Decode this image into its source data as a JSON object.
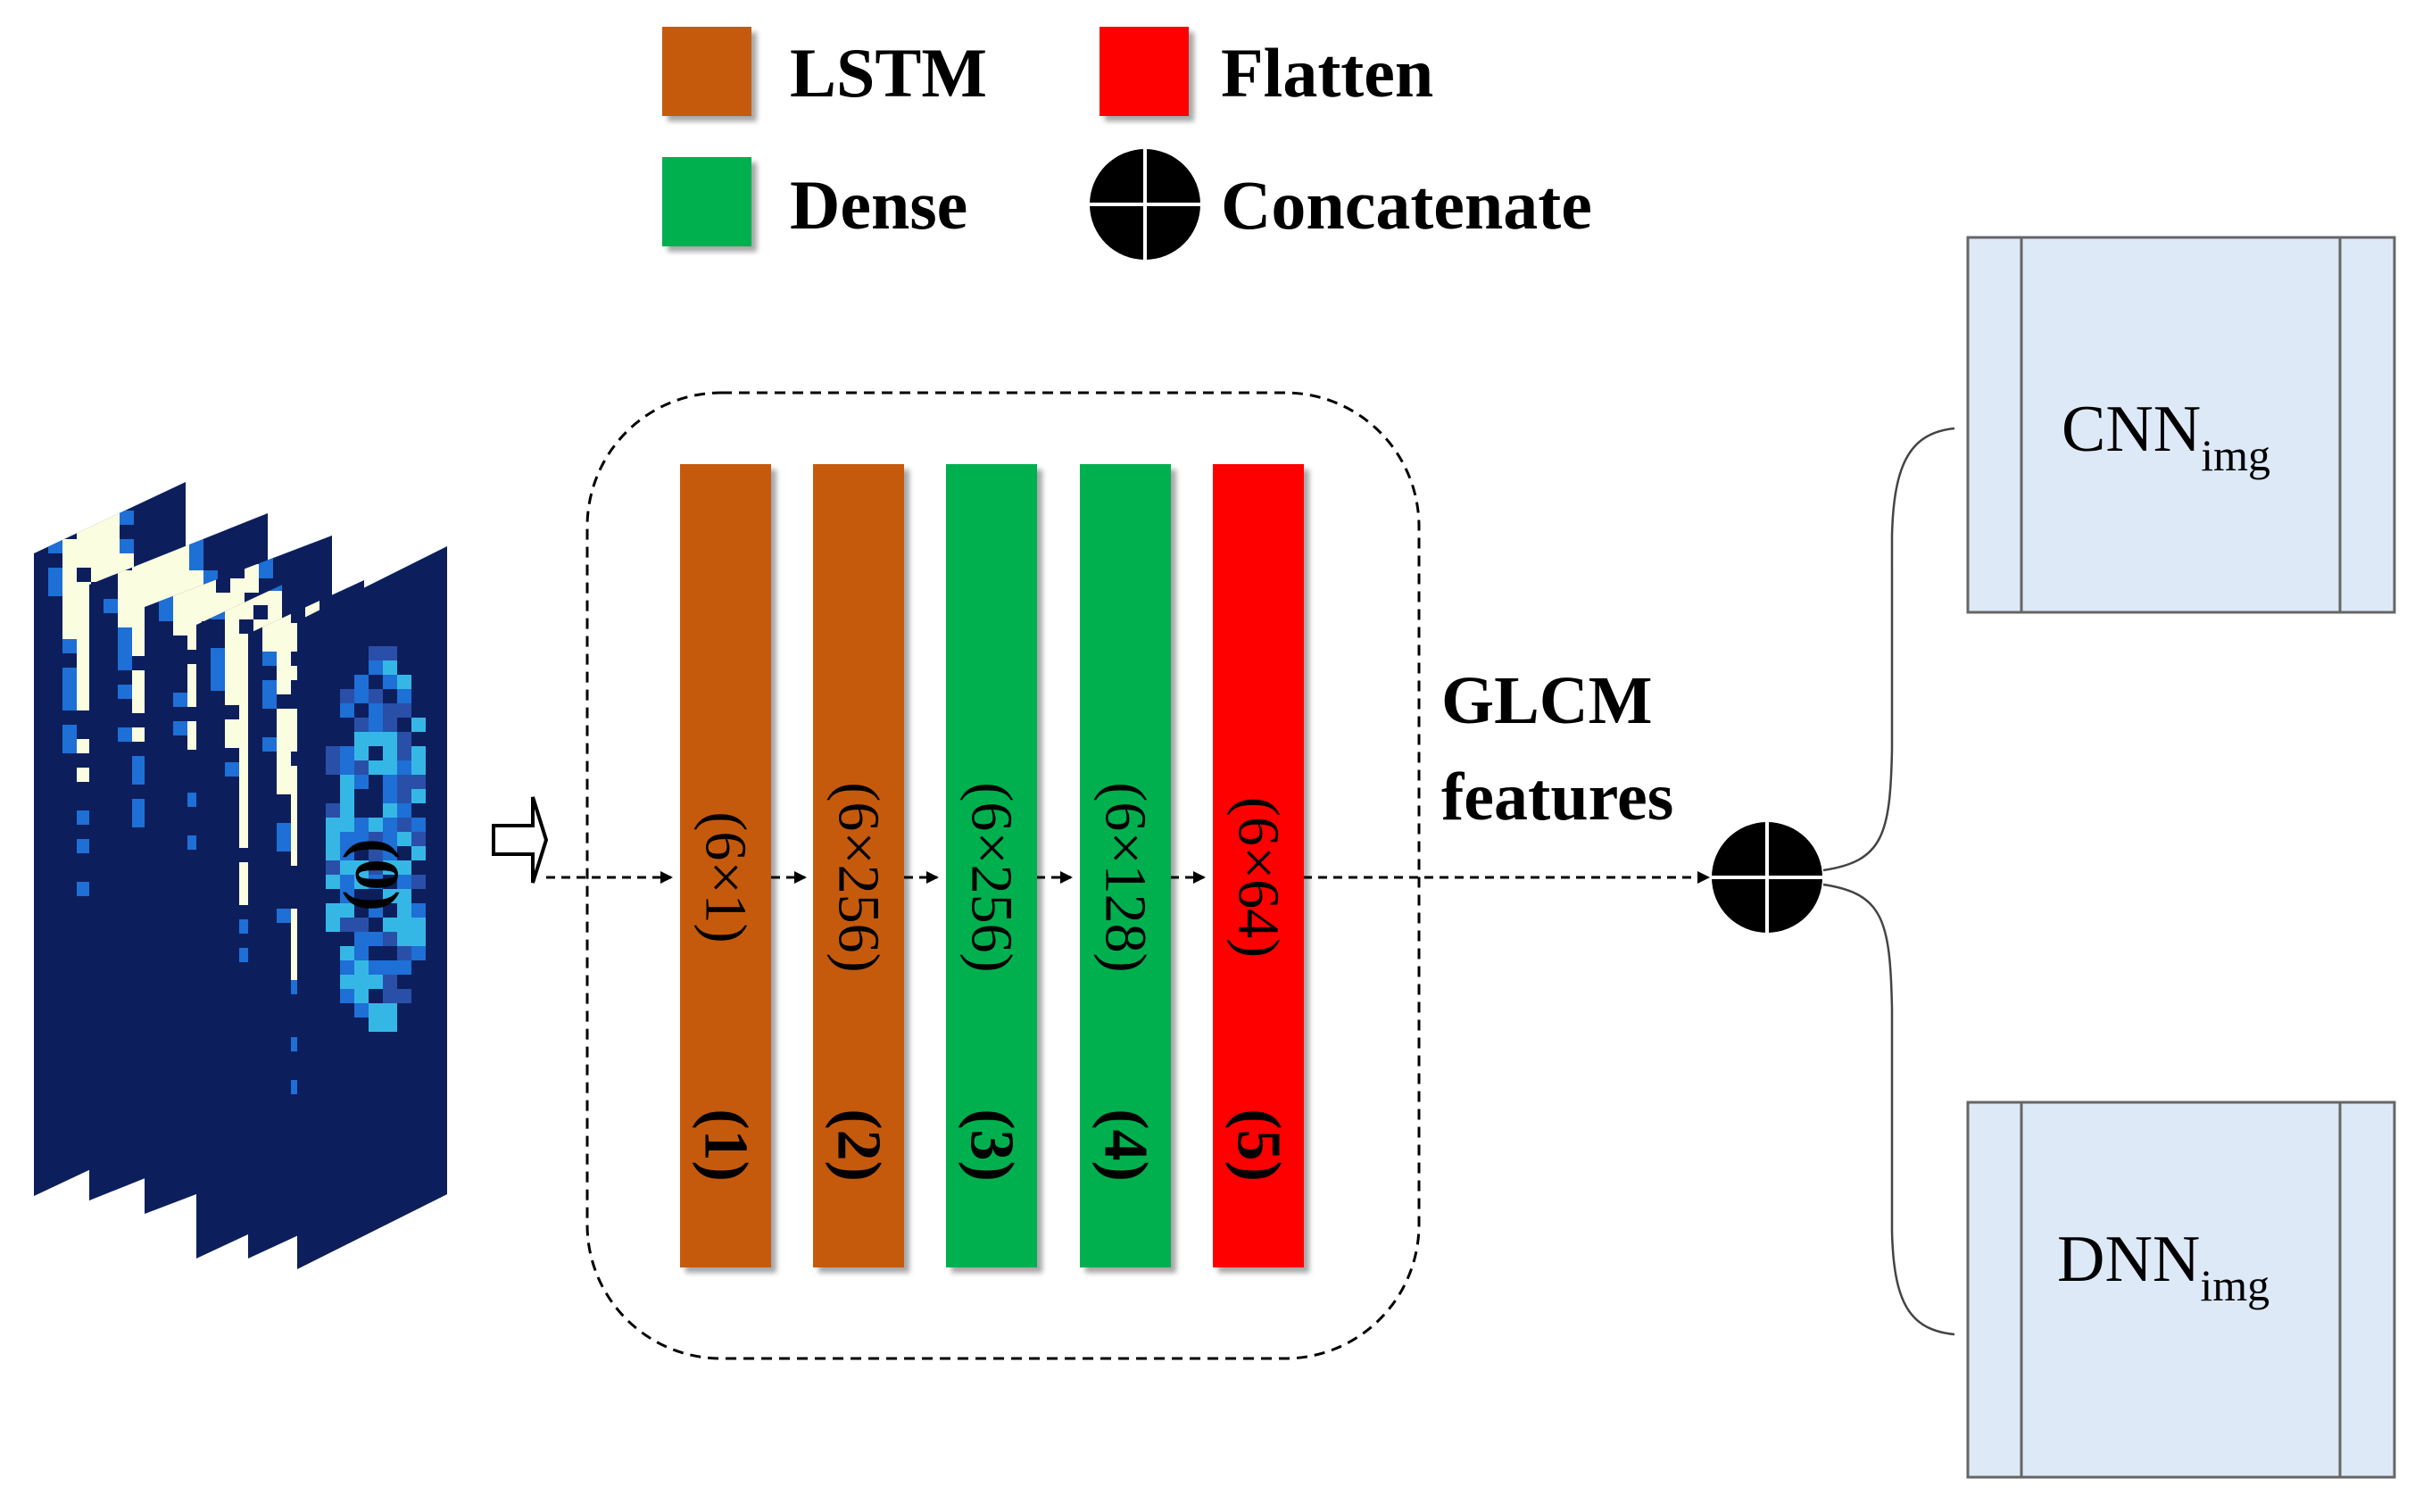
{
  "legend": {
    "lstm": "LSTM",
    "flatten": "Flatten",
    "dense": "Dense",
    "concatenate": "Concatenate"
  },
  "colors": {
    "lstm": "#c55a11",
    "dense": "#00b050",
    "flatten": "#ff0000",
    "model_box": "#dde9f6",
    "concat": "#000000"
  },
  "input": {
    "label": "(0)"
  },
  "layers": [
    {
      "type": "lstm",
      "shape": "(6×1)",
      "index": "(1)"
    },
    {
      "type": "lstm",
      "shape": "(6×256)",
      "index": "(2)"
    },
    {
      "type": "dense",
      "shape": "(6×256)",
      "index": "(3)"
    },
    {
      "type": "dense",
      "shape": "(6×128)",
      "index": "(4)"
    },
    {
      "type": "flatten",
      "shape": "(6×64)",
      "index": "(5)"
    }
  ],
  "glcm": {
    "line1": "GLCM",
    "line2": "features"
  },
  "models": {
    "cnn": {
      "main": "CNN",
      "sub": "img"
    },
    "dnn": {
      "main": "DNN",
      "sub": "img"
    }
  }
}
